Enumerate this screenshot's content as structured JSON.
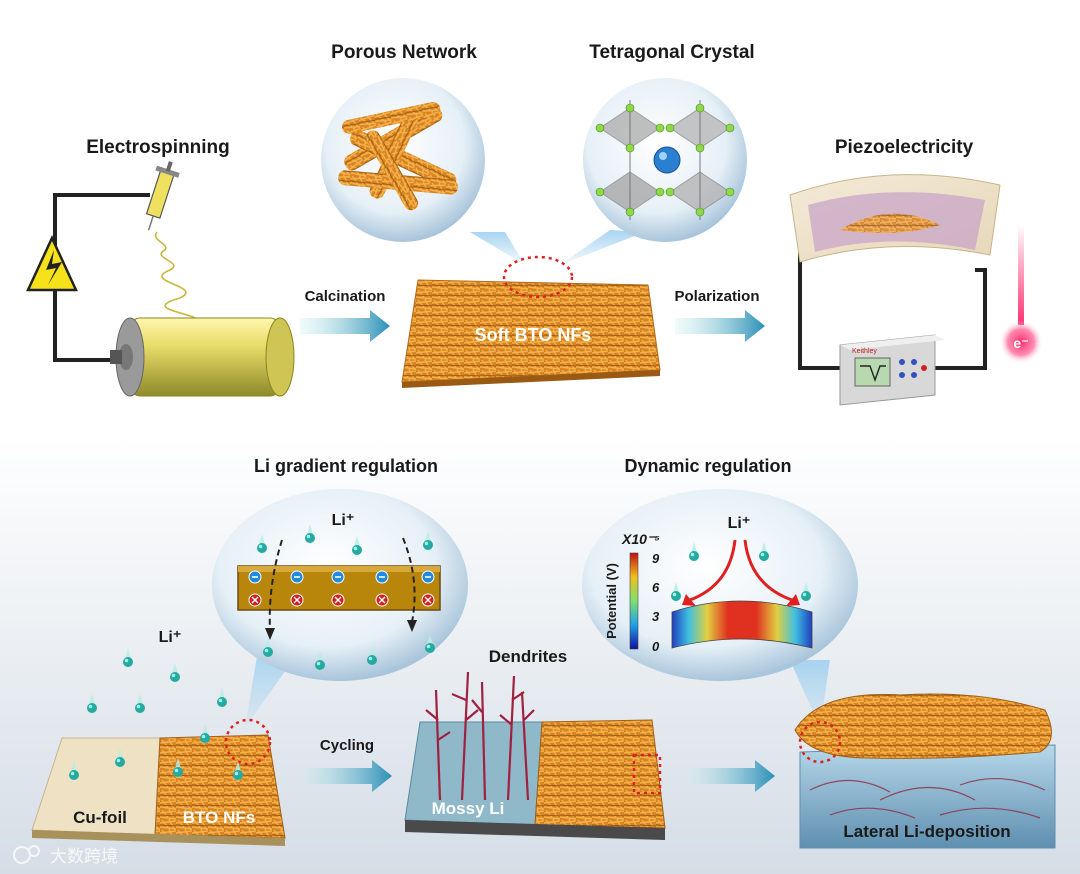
{
  "headings": {
    "electrospinning": "Electrospinning",
    "porous_network": "Porous Network",
    "tetragonal_crystal": "Tetragonal Crystal",
    "piezoelectricity": "Piezoelectricity",
    "li_gradient": "Li gradient regulation",
    "dynamic_regulation": "Dynamic regulation"
  },
  "process_labels": {
    "calcination": "Calcination",
    "polarization": "Polarization",
    "cycling": "Cycling"
  },
  "materials": {
    "soft_bto": "Soft BTO NFs",
    "cu_foil": "Cu-foil",
    "bto_nfs": "BTO NFs",
    "mossy_li": "Mossy Li",
    "dendrites": "Dendrites",
    "lateral": "Lateral Li-deposition"
  },
  "ions": {
    "li_plus": "Li⁺",
    "electron": "e⁻"
  },
  "colorbar": {
    "title": "Potential (V)",
    "exponent": "X10⁻⁵",
    "ticks": [
      "9",
      "6",
      "3",
      "0"
    ]
  },
  "device": {
    "brand": "Keithley"
  },
  "watermark": "大数跨境",
  "colors": {
    "fiber": "#e0902a",
    "fiber_dark": "#b0641a",
    "ion": "#2ab3a8",
    "arrow_red": "#e02020",
    "marker_red": "#e02020",
    "background_bottom": "#dde4ec"
  }
}
